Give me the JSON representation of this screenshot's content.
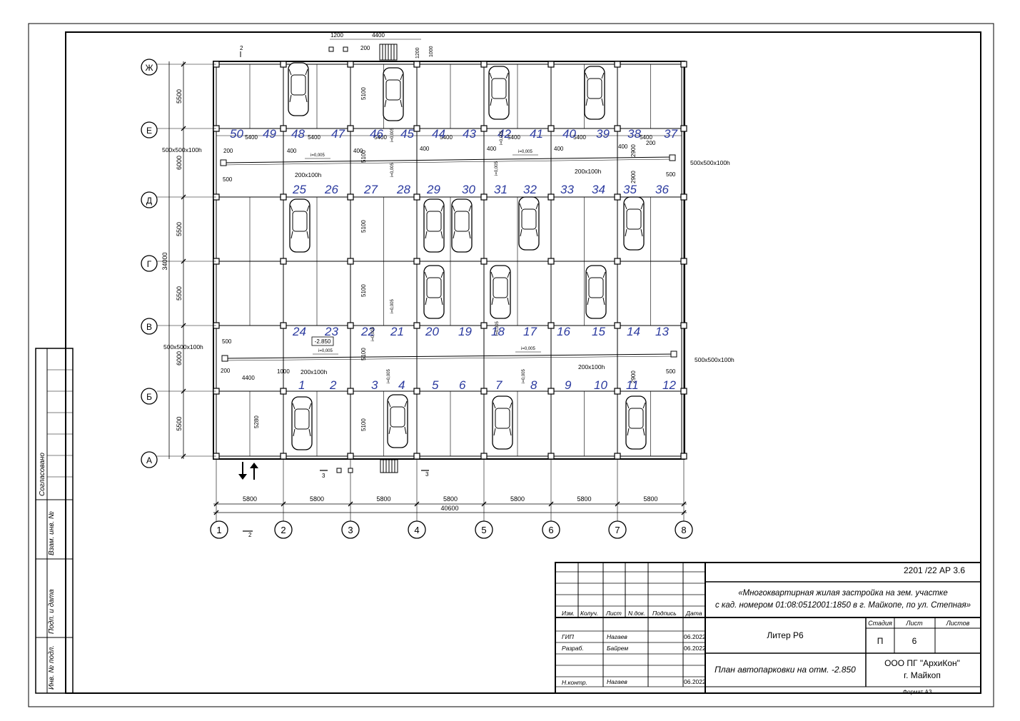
{
  "axes": {
    "letters": [
      "А",
      "Б",
      "В",
      "Г",
      "Д",
      "Е",
      "Ж"
    ],
    "numbers": [
      "1",
      "2",
      "3",
      "4",
      "5",
      "6",
      "7",
      "8"
    ]
  },
  "dimensions": {
    "bottom_spans": [
      "5800",
      "5800",
      "5800",
      "5800",
      "5800",
      "5800",
      "5800"
    ],
    "bottom_total": "40600",
    "left_spans": [
      "5500",
      "6000",
      "5500",
      "5500",
      "6000",
      "5500"
    ],
    "left_total": "34000",
    "row_e_spans": [
      "5400",
      "5400",
      "5400",
      "5400",
      "5400",
      "5400",
      "5400"
    ],
    "top_1200": "1200",
    "top_4400": "4400",
    "top_1200b": "1200",
    "top_1000": "1000",
    "misc_200": "200",
    "misc_400": "400",
    "misc_500": "500",
    "misc_5100": "5100",
    "misc_5280": "5280",
    "misc_2900": "2900",
    "misc_4400": "4400",
    "misc_1000": "1000"
  },
  "annotations": {
    "pit": "500х500х100h",
    "channel": "200х100h",
    "slope": "i=0,005",
    "level": "-2.850",
    "section_2": "2",
    "section_3": "3"
  },
  "parking_numbers": {
    "row_e": [
      "50",
      "49",
      "48",
      "47",
      "46",
      "45",
      "44",
      "43",
      "42",
      "41",
      "40",
      "39",
      "38",
      "37"
    ],
    "row_d": [
      "25",
      "26",
      "27",
      "28",
      "29",
      "30",
      "31",
      "32",
      "33",
      "34",
      "35",
      "36"
    ],
    "row_v": [
      "24",
      "23",
      "22",
      "21",
      "20",
      "19",
      "18",
      "17",
      "16",
      "15",
      "14",
      "13"
    ],
    "row_b": [
      "1",
      "2",
      "3",
      "4",
      "5",
      "6",
      "7",
      "8",
      "9",
      "10",
      "11",
      "12"
    ]
  },
  "side_stamp": [
    "Согласовано",
    "Взам. инв. №",
    "Подп. и дата",
    "Инв. № подл."
  ],
  "title_block": {
    "code": "2201 /22 АР 3.6",
    "project_line1": "«Многоквартирная жилая застройка на зем. участке",
    "project_line2": "с кад. номером 01:08:0512001:1850 в г. Майкопе, по ул. Степная»",
    "headers": [
      "Изм.",
      "Колуч.",
      "Лист",
      "N.док.",
      "Подпись",
      "Дата"
    ],
    "roles": [
      {
        "role": "ГИП",
        "name": "Нагаев",
        "date": "06.2022"
      },
      {
        "role": "Разраб.",
        "name": "Байрем",
        "date": "06.2022"
      },
      {
        "role": "Н.контр.",
        "name": "Нагаев",
        "date": "06.2022"
      }
    ],
    "object": "Литер Р6",
    "stage_header": "Стадия",
    "sheet_header": "Лист",
    "sheets_header": "Листов",
    "stage": "П",
    "sheet": "6",
    "sheets": "",
    "drawing_title": "План автопарковки на отм. -2.850",
    "company_line1": "ООО ПГ \"АрхиКон\"",
    "company_line2": "г. Майкоп",
    "format": "Формат А3"
  }
}
